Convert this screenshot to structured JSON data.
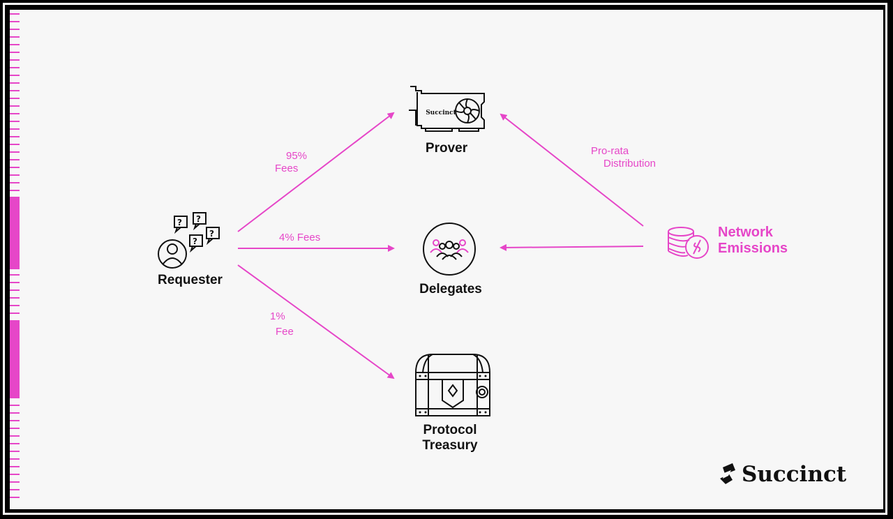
{
  "diagram": {
    "nodes": {
      "prover": {
        "label": "Prover",
        "icon": "gpu-card-icon",
        "card_text": "Succinct"
      },
      "requester": {
        "label": "Requester",
        "icon": "user-questions-icon"
      },
      "delegates": {
        "label": "Delegates",
        "icon": "group-people-icon"
      },
      "treasury": {
        "label_line1": "Protocol",
        "label_line2": "Treasury",
        "icon": "treasure-chest-icon"
      },
      "emissions": {
        "label_line1": "Network",
        "label_line2": "Emissions",
        "icon": "coin-stack-icon"
      }
    },
    "flows": {
      "to_prover": {
        "line1": "95%",
        "line2": "Fees"
      },
      "to_delegates": {
        "line1": "4% Fees"
      },
      "to_treasury": {
        "line1": "1%",
        "line2": "Fee"
      },
      "emissions_to_prover": {
        "line1": "Pro-rata",
        "line2": "Distribution"
      }
    }
  },
  "brand": {
    "name": "Succinct",
    "icon": "succinct-logo-icon"
  },
  "colors": {
    "accent": "#e646c8",
    "text": "#111111",
    "background": "#f7f7f7",
    "frame": "#000000"
  }
}
